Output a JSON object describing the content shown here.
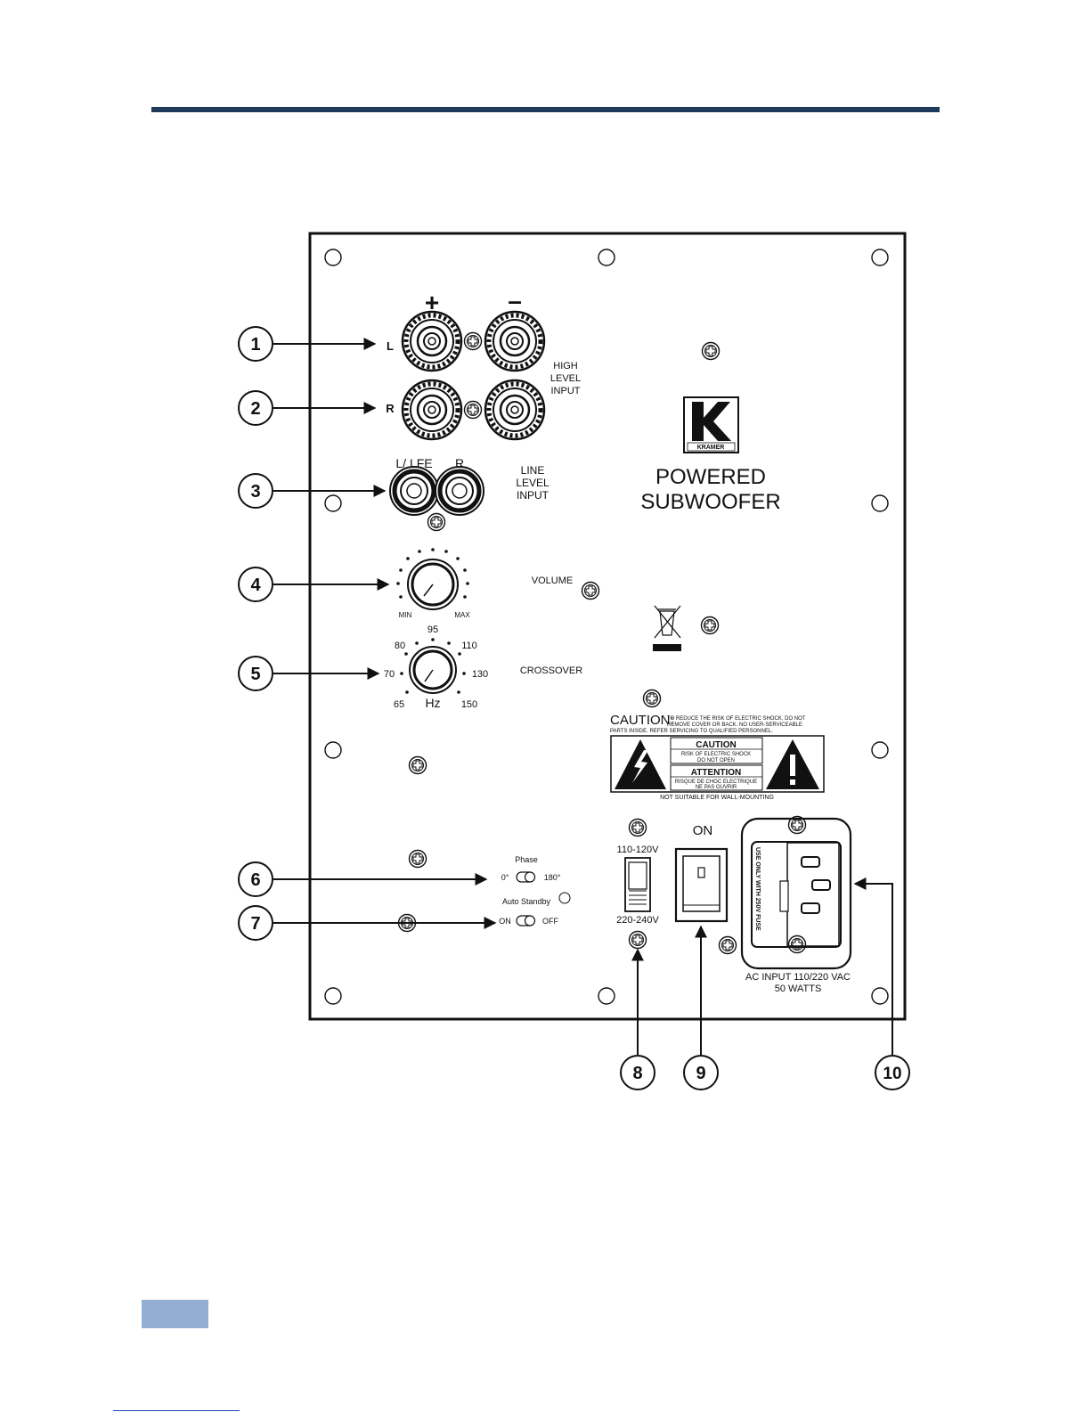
{
  "panel": {
    "polarity": {
      "plus": "+",
      "minus": "–"
    },
    "high_level": {
      "label_l": "L",
      "label_r": "R",
      "title": [
        "HIGH",
        "LEVEL",
        "INPUT"
      ]
    },
    "line_level": {
      "label_l": "L/ LFE",
      "label_r": "R",
      "title": [
        "LINE",
        "LEVEL",
        "INPUT"
      ]
    },
    "volume": {
      "label": "VOLUME",
      "min": "MIN",
      "max": "MAX"
    },
    "crossover": {
      "label": "CROSSOVER",
      "unit": "Hz",
      "scale": [
        "65",
        "70",
        "80",
        "95",
        "110",
        "130",
        "150"
      ]
    },
    "phase": {
      "label": "Phase",
      "left": "0°",
      "right": "180°"
    },
    "auto_standby": {
      "label": "Auto Standby",
      "left": "ON",
      "right": "OFF"
    },
    "voltage": {
      "top": "110-120V",
      "bottom": "220-240V"
    },
    "power_switch": {
      "label": "ON"
    },
    "brand": {
      "name": "KRAMER",
      "line1": "POWERED",
      "line2": "SUBWOOFER"
    },
    "caution": {
      "word": "CAUTION:",
      "text1": "TO REDUCE THE RISK OF ELECTRIC SHOCK, DO NOT",
      "text2": "REMOVE COVER OR BACK. NO USER-SERVICEABLE",
      "text3": "PARTS INSIDE. REFER SERVICING TO QUALIFIED PERSONNEL.",
      "box1_title": "CAUTION",
      "box1_l1": "RISK OF ELECTRIC SHOCK",
      "box1_l2": "DO NOT OPEN",
      "box2_title": "ATTENTION",
      "box2_l1": "RISQUE DE CHOC ELECTRIQUE",
      "box2_l2": "NE PAS OUVRIR",
      "wall": "NOT SUITABLE FOR WALL-MOUNTING"
    },
    "fuse": "USE ONLY WITH 250V FUSE",
    "ac": {
      "line1": "AC INPUT 110/220 VAC",
      "line2": "50 WATTS"
    }
  },
  "callouts": [
    "1",
    "2",
    "3",
    "4",
    "5",
    "6",
    "7",
    "8",
    "9",
    "10"
  ]
}
